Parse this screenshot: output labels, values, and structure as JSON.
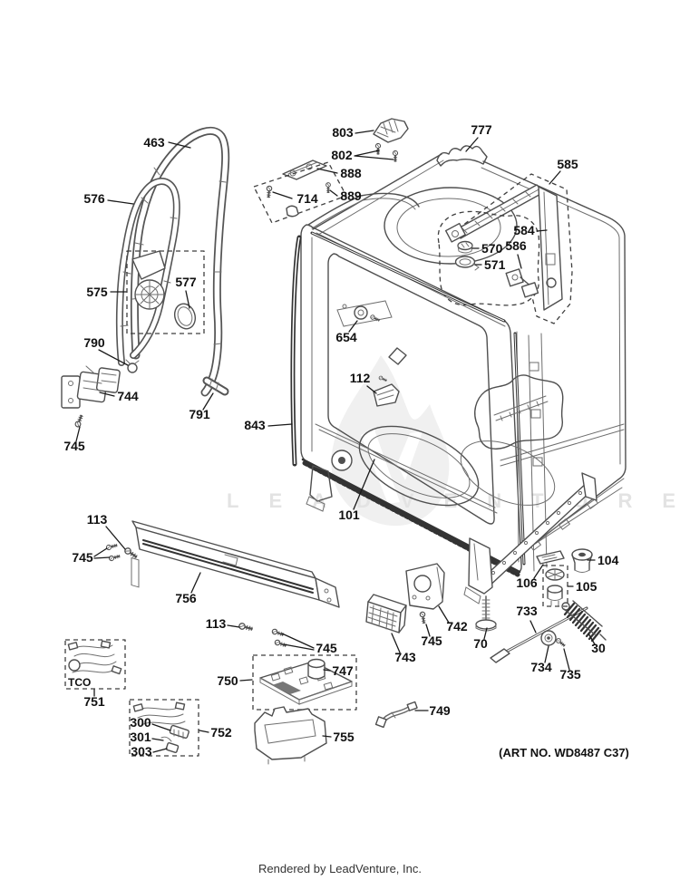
{
  "page": {
    "background": "#ffffff",
    "diagram_line_color": "#4f4f4f",
    "label_color": "#111111",
    "watermark_text": "LEADVENTURE",
    "watermark_color": "#e3e3e3",
    "art_no": "(ART NO. WD8487 C37)",
    "footer": "Rendered by LeadVenture, Inc."
  },
  "parts": {
    "p463": {
      "label": "463"
    },
    "p803": {
      "label": "803"
    },
    "p802": {
      "label": "802"
    },
    "p888": {
      "label": "888"
    },
    "p889": {
      "label": "889"
    },
    "p714": {
      "label": "714"
    },
    "p777": {
      "label": "777"
    },
    "p585": {
      "label": "585"
    },
    "p584": {
      "label": "584"
    },
    "p586": {
      "label": "586"
    },
    "p570": {
      "label": "570"
    },
    "p571": {
      "label": "571"
    },
    "p576": {
      "label": "576"
    },
    "p575": {
      "label": "575"
    },
    "p577": {
      "label": "577"
    },
    "p790": {
      "label": "790"
    },
    "p744": {
      "label": "744"
    },
    "p745": {
      "label": "745"
    },
    "p791": {
      "label": "791"
    },
    "p843": {
      "label": "843"
    },
    "p654": {
      "label": "654"
    },
    "p112": {
      "label": "112"
    },
    "p101": {
      "label": "101"
    },
    "p113": {
      "label": "113"
    },
    "p756": {
      "label": "756"
    },
    "p751": {
      "label": "751"
    },
    "ptco": {
      "label": "TCO"
    },
    "p300": {
      "label": "300"
    },
    "p301": {
      "label": "301"
    },
    "p303": {
      "label": "303"
    },
    "p752": {
      "label": "752"
    },
    "p750": {
      "label": "750"
    },
    "p747": {
      "label": "747"
    },
    "p755": {
      "label": "755"
    },
    "p743": {
      "label": "743"
    },
    "p742": {
      "label": "742"
    },
    "p749": {
      "label": "749"
    },
    "p70": {
      "label": "70"
    },
    "p733": {
      "label": "733"
    },
    "p734": {
      "label": "734"
    },
    "p735": {
      "label": "735"
    },
    "p30": {
      "label": "30"
    },
    "p104": {
      "label": "104"
    },
    "p105": {
      "label": "105"
    },
    "p106": {
      "label": "106"
    }
  }
}
